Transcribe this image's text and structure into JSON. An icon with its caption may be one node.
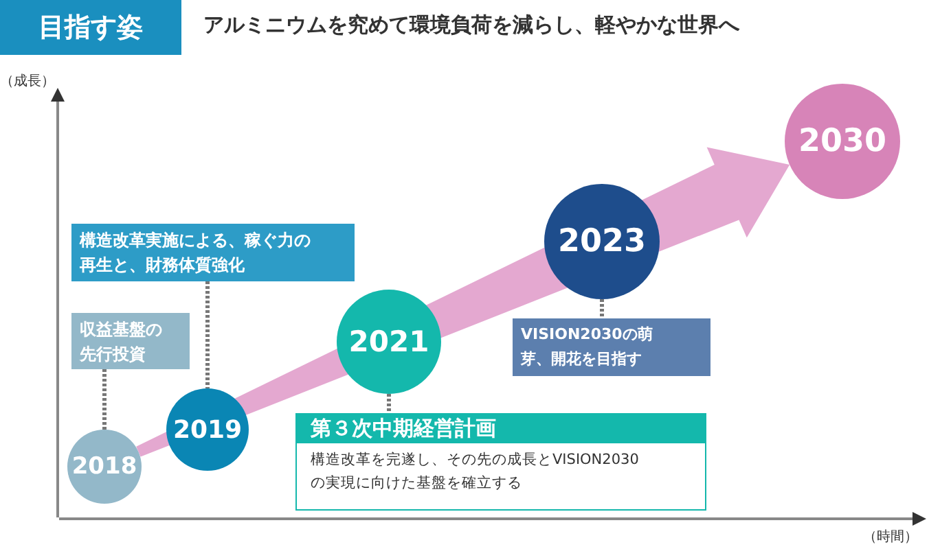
{
  "diagram": {
    "title": "目指す姿",
    "nodes": [
      {
        "text": [
          "2018"
        ]
      },
      {
        "text": [
          "2019"
        ]
      },
      {
        "text": [
          "2021"
        ]
      },
      {
        "text": [
          "2023"
        ]
      },
      {
        "text": [
          "2030"
        ]
      },
      {
        "text": [
          "収益基盤の先行投資"
        ]
      },
      {
        "text": [
          "構造改革実施による、稼ぐ力の再生と、財務体質強化"
        ]
      },
      {
        "text": [
          "第３次中期経営計画",
          "構造改革を完遂し、その先の成長とVISION2030 の実現に向けた基盤を確立する"
        ]
      },
      {
        "text": [
          "VISION2030の萌芽、開花を目指す"
        ]
      }
    ],
    "edges": [
      {
        "from": 0,
        "to": 4,
        "arrow": "to",
        "style": "thick",
        "color": "#e4a8d0"
      },
      {
        "from": 5,
        "to": 0,
        "arrow": "none",
        "style": "dashed"
      },
      {
        "from": 6,
        "to": 1,
        "arrow": "none",
        "style": "dashed"
      },
      {
        "from": 2,
        "to": 7,
        "arrow": "none",
        "style": "dashed"
      },
      {
        "from": 3,
        "to": 8,
        "arrow": "none",
        "style": "dashed"
      }
    ],
    "labels": [
      "アルミニウムを究めて環境負荷を減らし、軽やかな世界へ",
      "（成長）",
      "（時間）"
    ]
  }
}
